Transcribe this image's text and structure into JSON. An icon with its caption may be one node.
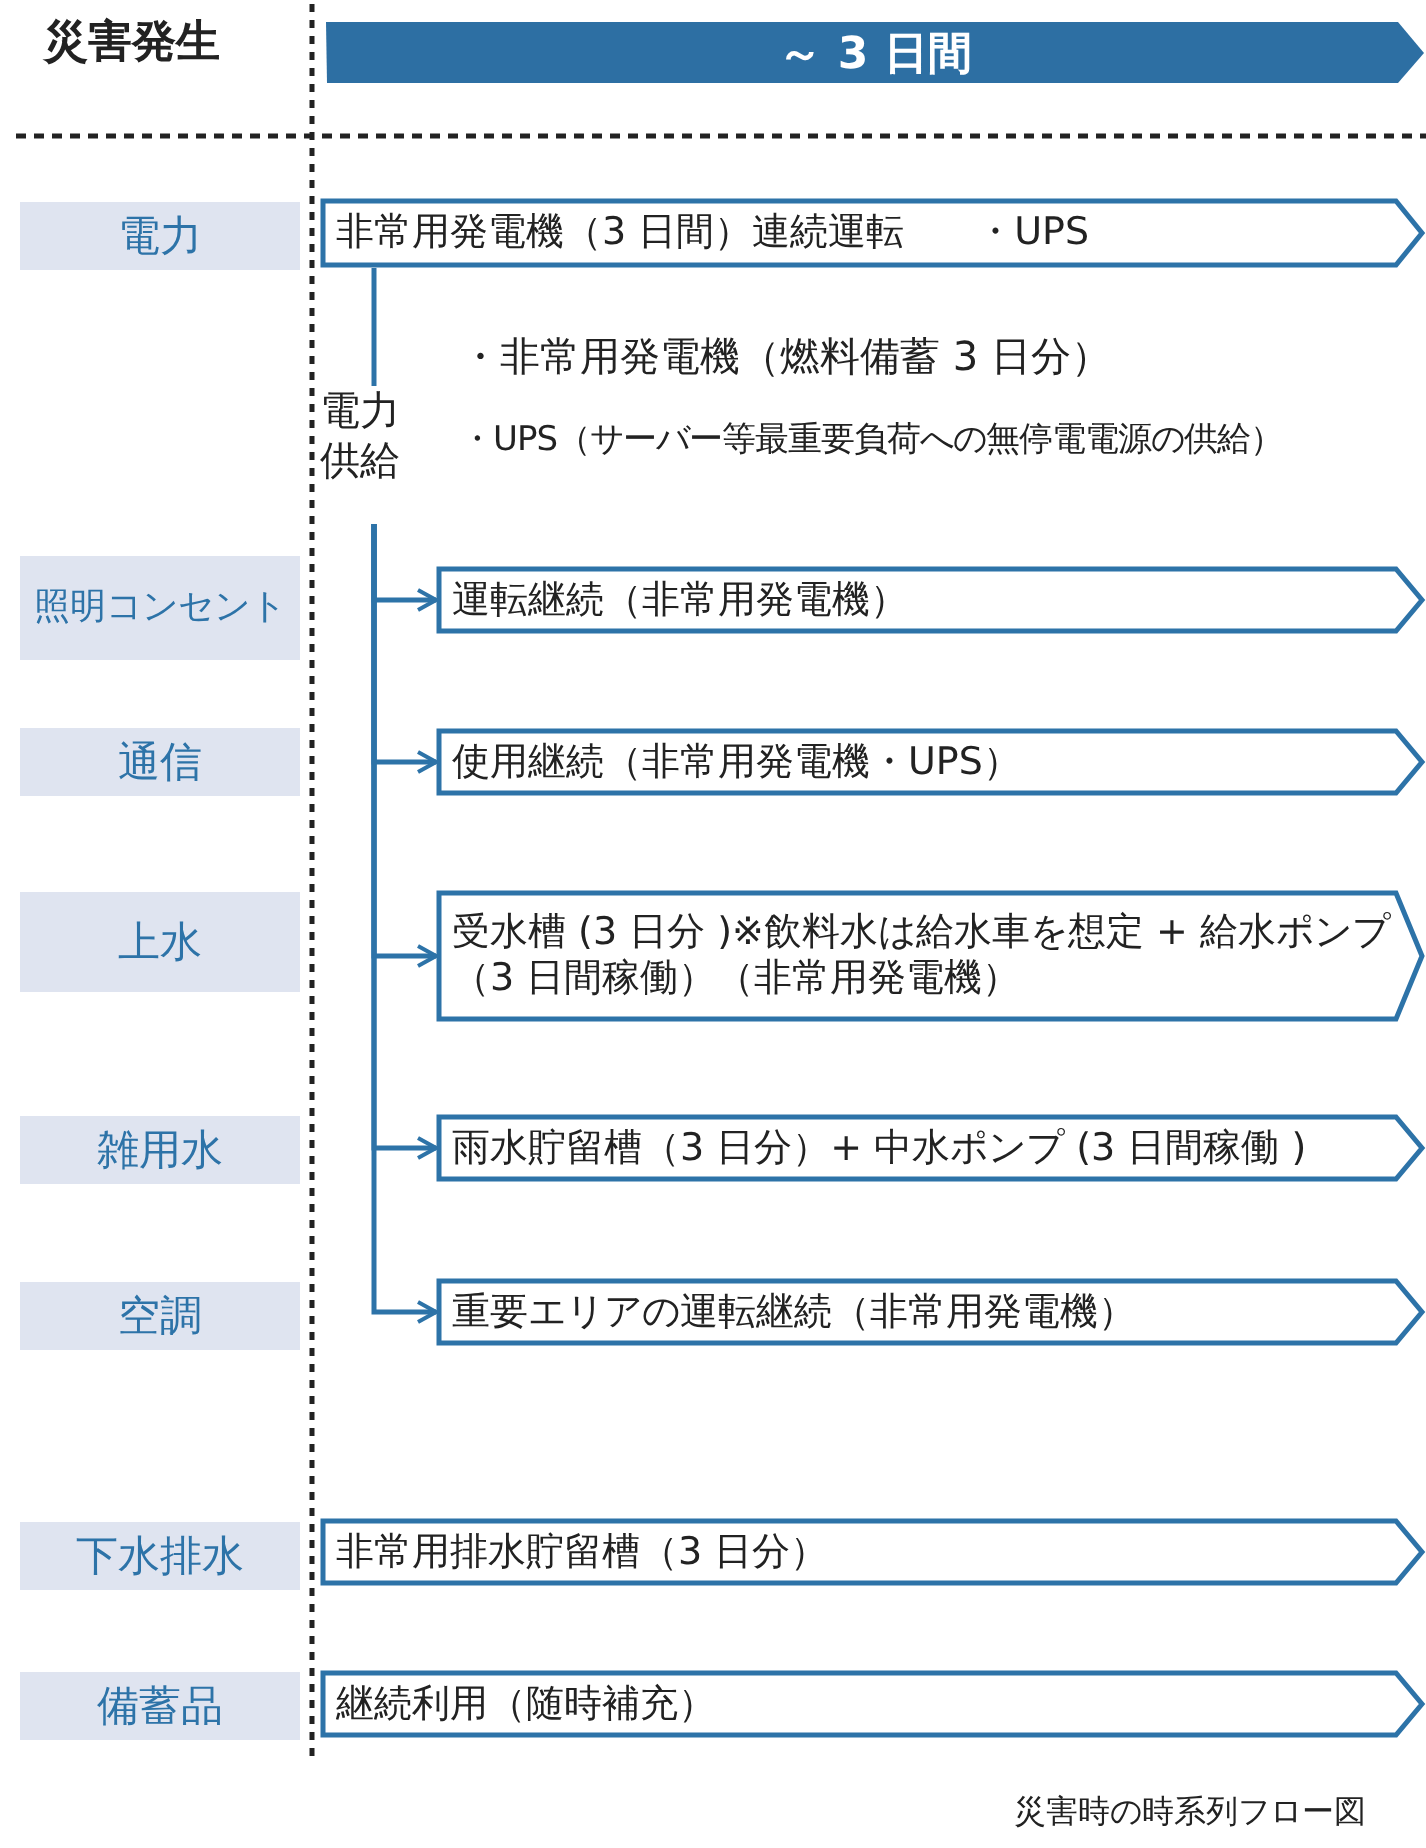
{
  "diagram": {
    "caption": "災害時の時系列フロー図",
    "nodes": [
      {
        "text": [
          "～ 3 日間"
        ]
      },
      {
        "text": [
          "電力"
        ]
      },
      {
        "text": [
          "非常用発電機（3 日間）連続運転",
          "・UPS"
        ]
      },
      {
        "text": [
          "照明コンセント"
        ]
      },
      {
        "text": [
          "運転継続（非常用発電機）"
        ]
      },
      {
        "text": [
          "通信"
        ]
      },
      {
        "text": [
          "使用継続（非常用発電機・UPS）"
        ]
      },
      {
        "text": [
          "上水"
        ]
      },
      {
        "text": [
          "受水槽 (3 日分 )※飲料水は給水車を想定 + 給水ポンプ（3 日間稼働）（非常用発電機）"
        ]
      },
      {
        "text": [
          "雑用水"
        ]
      },
      {
        "text": [
          "雨水貯留槽（3 日分）+ 中水ポンプ (3 日間稼働 )"
        ]
      },
      {
        "text": [
          "空調"
        ]
      },
      {
        "text": [
          "重要エリアの運転継続（非常用発電機）"
        ]
      },
      {
        "text": [
          "下水排水"
        ]
      },
      {
        "text": [
          "非常用排水貯留槽（3 日分）"
        ]
      },
      {
        "text": [
          "備蓄品"
        ]
      },
      {
        "text": [
          "継続利用（随時補充）"
        ]
      },
      {
        "text": [
          "電力供給"
        ]
      }
    ],
    "edges": [
      {
        "from": 2,
        "to": 17,
        "arrow": "none"
      },
      {
        "from": 17,
        "to": 4,
        "arrow": "to"
      },
      {
        "from": 17,
        "to": 6,
        "arrow": "to"
      },
      {
        "from": 17,
        "to": 8,
        "arrow": "to"
      },
      {
        "from": 17,
        "to": 10,
        "arrow": "to"
      },
      {
        "from": 17,
        "to": 12,
        "arrow": "to"
      }
    ],
    "labels": [
      "災害発生",
      "・非常用発電機（燃料備蓄 3 日分）",
      "・UPS（サーバー等最重要負荷への無停電電源の供給）"
    ]
  }
}
